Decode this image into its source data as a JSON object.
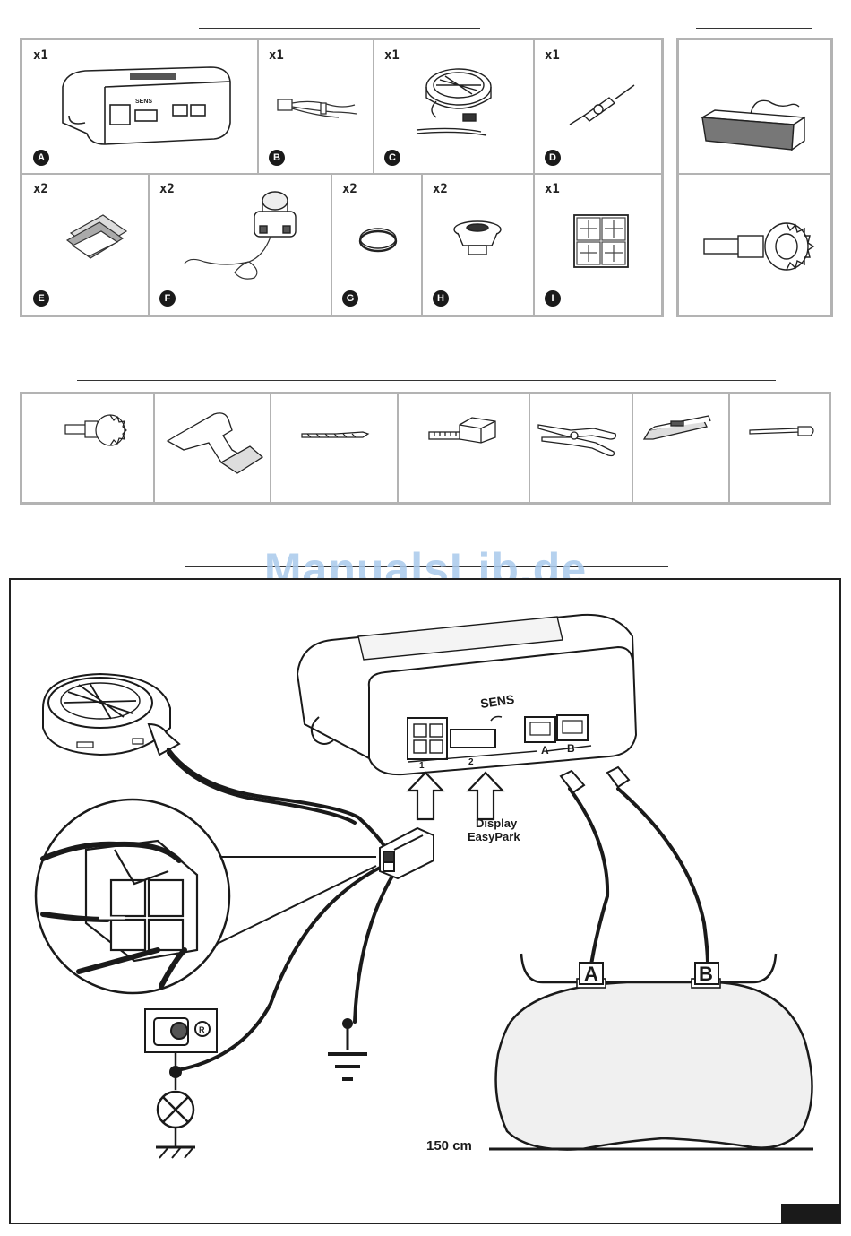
{
  "parts": [
    {
      "qty": "x1",
      "letter": "A",
      "icon": "control-unit-icon"
    },
    {
      "qty": "x1",
      "letter": "B",
      "icon": "wire-harness-icon"
    },
    {
      "qty": "x1",
      "letter": "C",
      "icon": "speaker-icon"
    },
    {
      "qty": "x1",
      "letter": "D",
      "icon": "fuse-holder-icon"
    },
    {
      "qty": "x2",
      "letter": "E",
      "icon": "adhesive-pads-icon"
    },
    {
      "qty": "x2",
      "letter": "F",
      "icon": "sensor-icon"
    },
    {
      "qty": "x2",
      "letter": "G",
      "icon": "ring-icon"
    },
    {
      "qty": "x2",
      "letter": "H",
      "icon": "sensor-mount-icon"
    },
    {
      "qty": "x1",
      "letter": "I",
      "icon": "drill-template-icon"
    }
  ],
  "optional": [
    {
      "icon": "display-unit-icon"
    },
    {
      "icon": "hole-saw-icon"
    }
  ],
  "tools": [
    {
      "icon": "hole-saw-icon"
    },
    {
      "icon": "electric-drill-icon"
    },
    {
      "icon": "drill-bit-icon"
    },
    {
      "icon": "tape-measure-icon"
    },
    {
      "icon": "pliers-icon"
    },
    {
      "icon": "cutter-knife-icon"
    },
    {
      "icon": "file-tool-icon"
    }
  ],
  "watermark": "ManualsLib.de",
  "diagram": {
    "unit_label": "SENS",
    "port_1": "1",
    "port_2": "2",
    "port_a": "A",
    "port_b": "B",
    "display_line1": "Display",
    "display_line2": "EasyPark",
    "sensor_a": "A",
    "sensor_b": "B",
    "reverse_label": "R",
    "distance": "150 cm"
  },
  "colors": {
    "panel_border": "#b3b3b3",
    "ink": "#1a1a1a",
    "watermark": "#a9c9ec"
  }
}
